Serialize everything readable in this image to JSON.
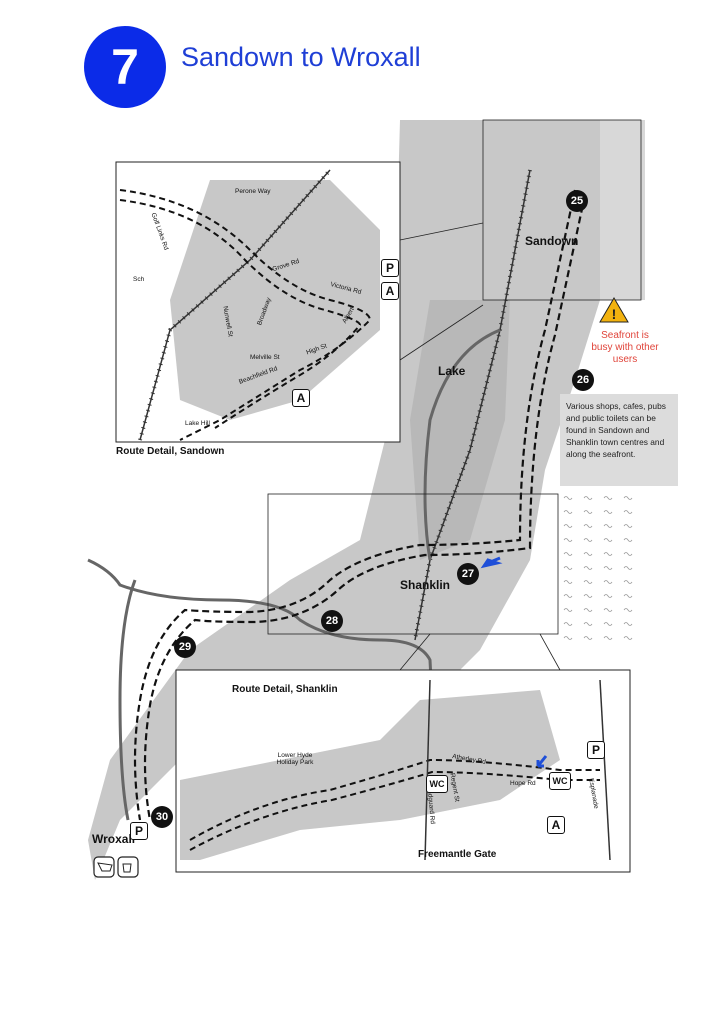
{
  "route": {
    "number": "7",
    "title": "Sandown to Wroxall"
  },
  "labels": {
    "sandown": "Sandown",
    "lake": "Lake",
    "shanklin": "Shanklin",
    "wroxall": "Wroxall"
  },
  "waypoints": [
    "25",
    "26",
    "27",
    "28",
    "29",
    "30"
  ],
  "warning": {
    "icon": "warning-triangle-icon",
    "text": "Seafront is busy with other users"
  },
  "info_text": "Various shops, cafes, pubs and public toilets can be found in Sandown and Shanklin town centres and along the seafront.",
  "sandown_detail": {
    "caption": "Route Detail, Sandown",
    "streets": {
      "perone": "Perone Way",
      "golf": "Golf Links Rd",
      "sch": "Sch",
      "grove": "Grove Rd",
      "victoria": "Victoria Rd",
      "norwell": "Nunwell St",
      "broadway": "Broadway",
      "albert": "Albert",
      "melville": "Melville St",
      "high": "High St",
      "beachfield": "Beachfield Rd",
      "lakehill": "Lake Hill"
    },
    "symbols": {
      "parking": "P",
      "attraction": "A"
    }
  },
  "shanklin_detail": {
    "caption": "Route Detail, Shanklin",
    "streets": {
      "lowerhyde": "Lower Hyde Holiday Park",
      "atherley": "Atherley Rd",
      "hope": "Hope Rd",
      "regent": "Regent St",
      "landguard": "Landguard Rd",
      "esplanade": "Esplanade"
    },
    "gate": "Freemantle Gate",
    "symbols": {
      "wc": "WC",
      "parking": "P",
      "attraction": "A"
    }
  },
  "wroxall_symbols": {
    "parking": "P",
    "icons": [
      "shop-icon",
      "cafe-icon"
    ]
  },
  "colors": {
    "badge": "#0b2be8",
    "title": "#1f3fd6",
    "warning": "#e0443a",
    "land": "#c8c8c8",
    "arrow": "#1f4fd8"
  }
}
